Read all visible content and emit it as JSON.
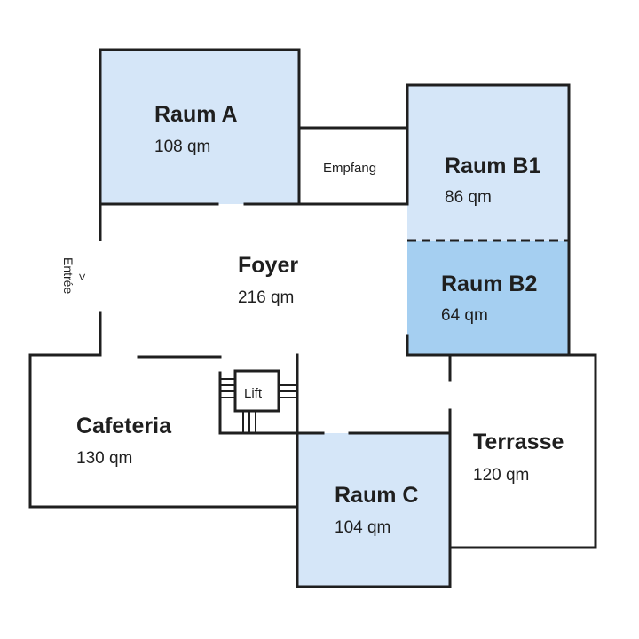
{
  "colors": {
    "room_light": "#d5e6f8",
    "room_highlight": "#a5cff1",
    "wall": "#1f1f1f",
    "background": "#ffffff"
  },
  "rooms": {
    "raum_a": {
      "name": "Raum A",
      "area": "108 qm"
    },
    "raum_b1": {
      "name": "Raum B1",
      "area": "86 qm"
    },
    "raum_b2": {
      "name": "Raum B2",
      "area": "64 qm"
    },
    "raum_c": {
      "name": "Raum C",
      "area": "104 qm"
    },
    "foyer": {
      "name": "Foyer",
      "area": "216 qm"
    },
    "cafeteria": {
      "name": "Cafeteria",
      "area": "130 qm"
    },
    "terrasse": {
      "name": "Terrasse",
      "area": "120 qm"
    }
  },
  "labels": {
    "empfang": "Empfang",
    "lift": "Lift",
    "entrance": "Entrée",
    "entrance_arrow": ">"
  }
}
